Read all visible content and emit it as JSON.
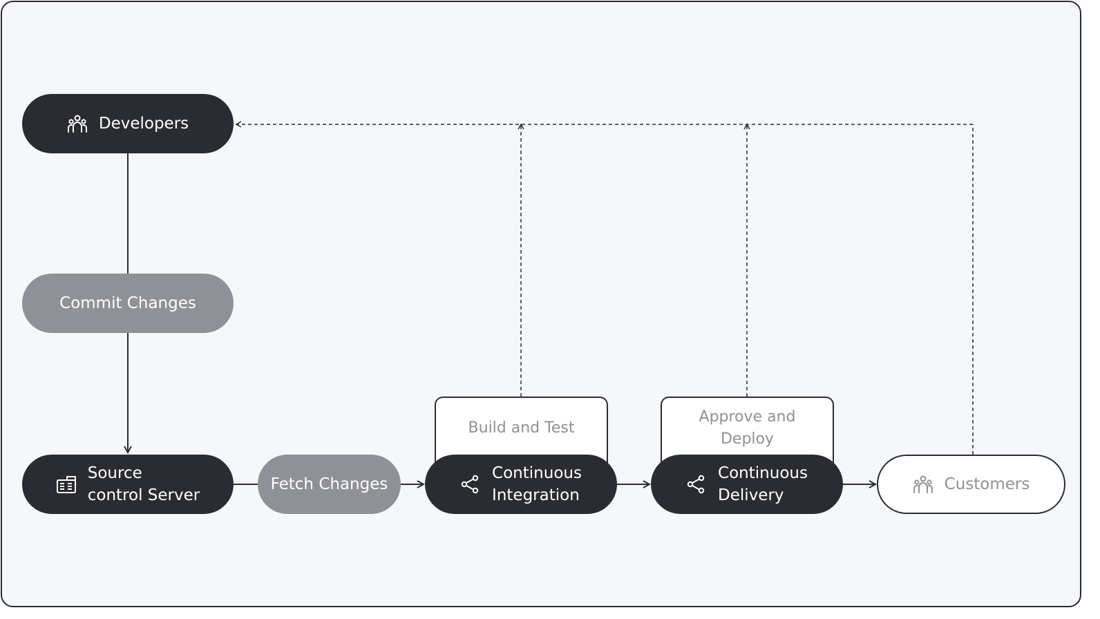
{
  "nodes": {
    "developers": {
      "label": "Developers",
      "icon": "users-icon"
    },
    "commit": {
      "label": "Commit Changes"
    },
    "source": {
      "label": "Source\ncontrol Server",
      "icon": "server-icon"
    },
    "fetch": {
      "label": "Fetch Changes"
    },
    "ci": {
      "label": "Continuous\nIntegration",
      "icon": "share-icon"
    },
    "cd": {
      "label": "Continuous\nDelivery",
      "icon": "share-icon"
    },
    "customers": {
      "label": "Customers",
      "icon": "users-icon"
    }
  },
  "stages": {
    "build": {
      "label": "Build and Test"
    },
    "deploy": {
      "label": "Approve and\nDeploy"
    }
  },
  "colors": {
    "dark": "#2a2c31",
    "gray": "#8f9197",
    "background": "#f6f7f9",
    "outline_text": "#8f9197"
  }
}
